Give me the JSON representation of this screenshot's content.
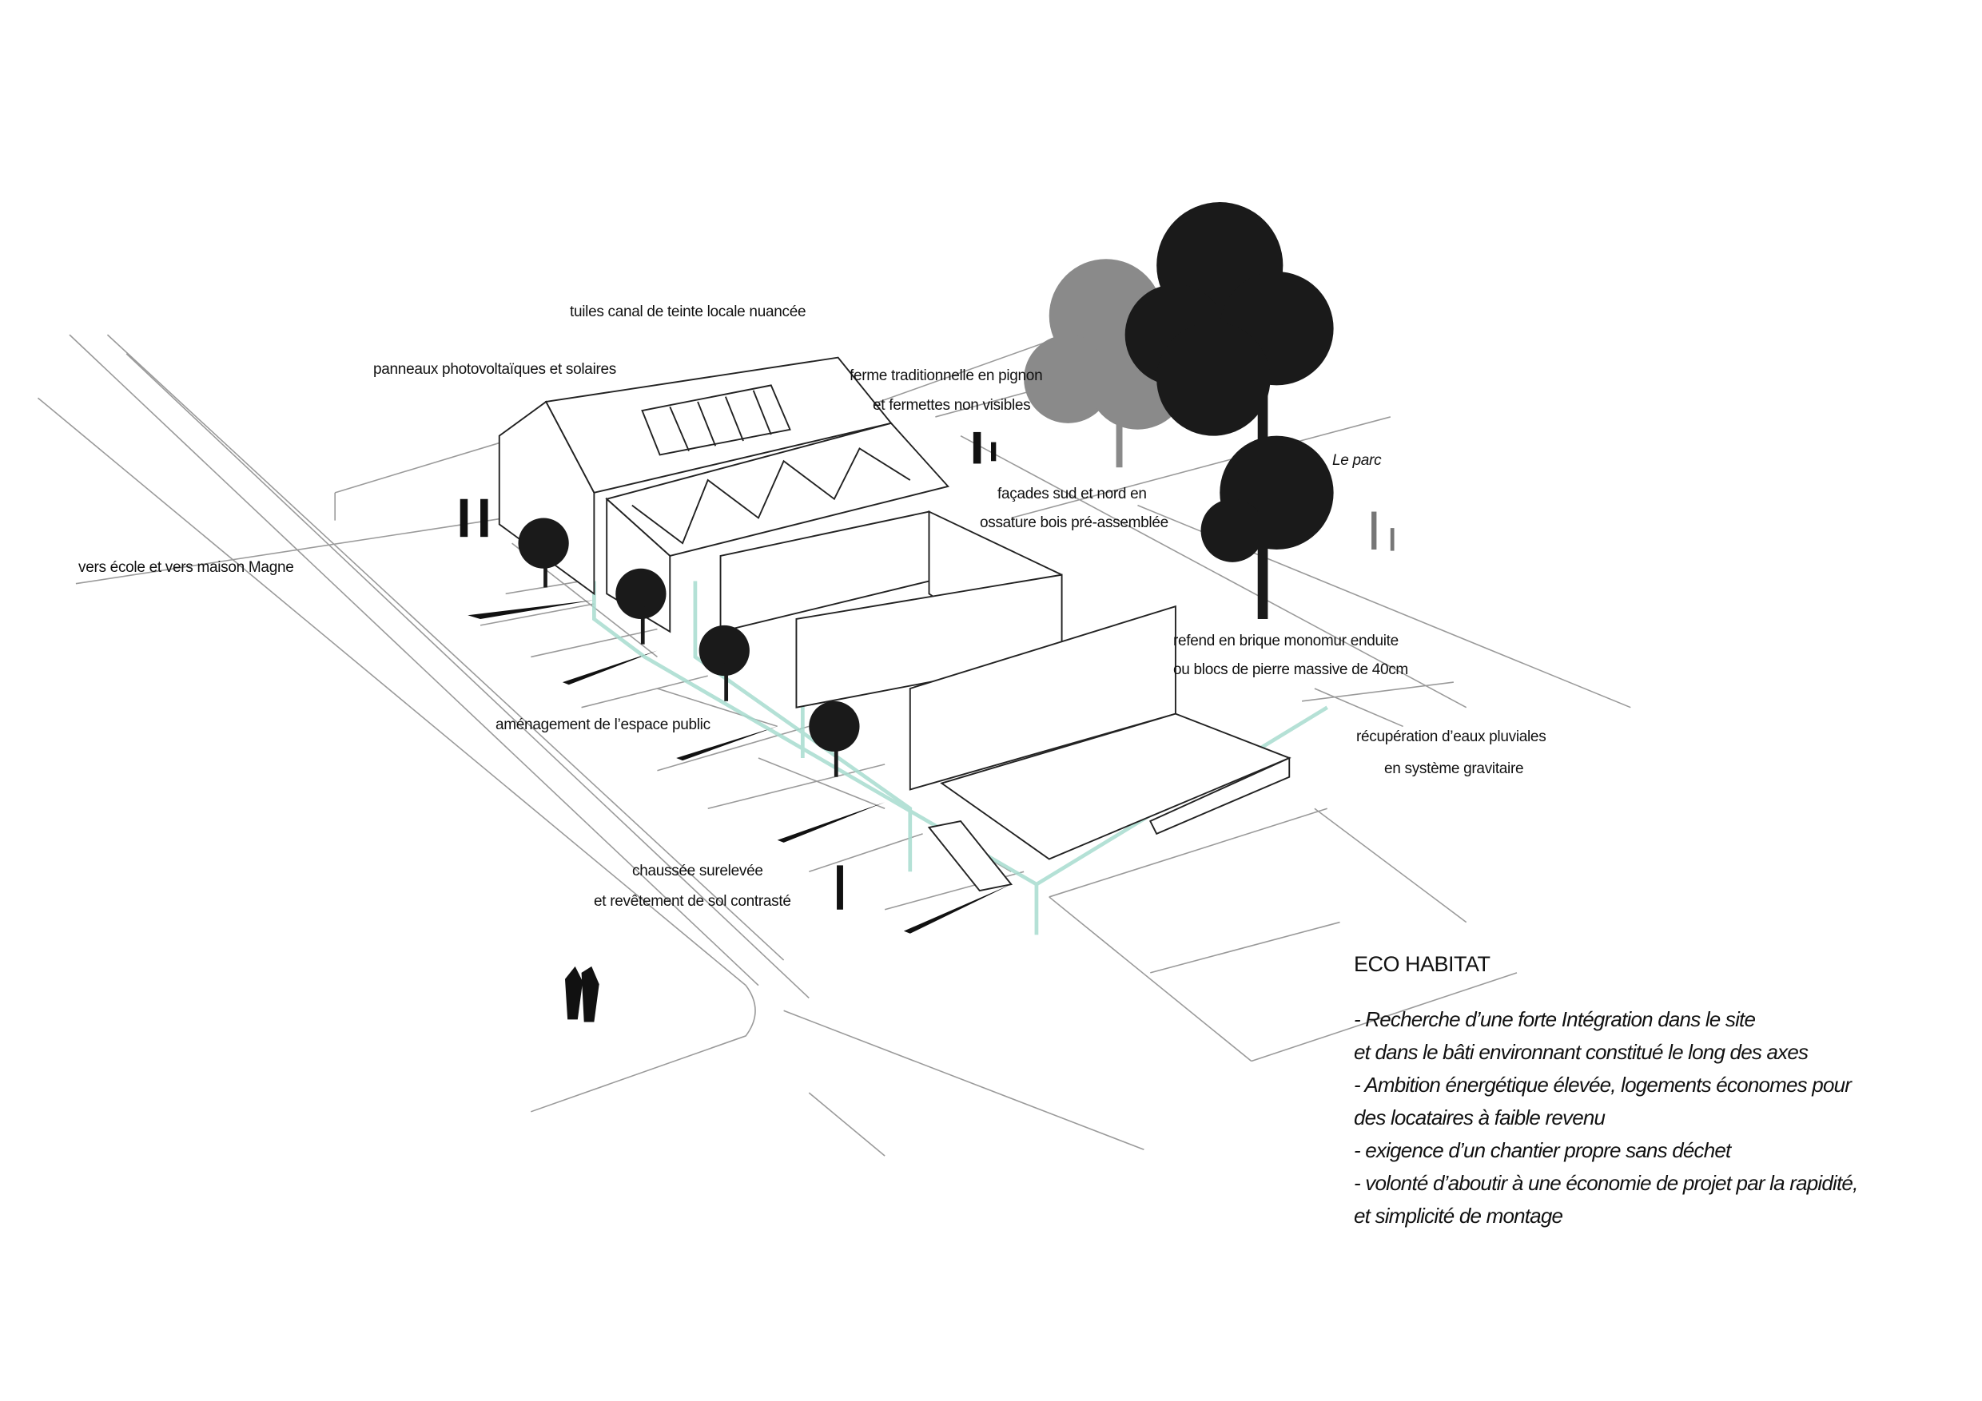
{
  "labels": {
    "tiles": "tuiles canal de teinte locale nuancée",
    "panels": "panneaux photovoltaïques et solaires",
    "truss_1": "ferme traditionnelle en pignon",
    "truss_2": "et fermettes non visibles",
    "park": "Le parc",
    "facades_1": "façades sud et nord en",
    "facades_2": "ossature bois pré-assemblée",
    "school": "vers école et vers maison Magne",
    "wall_1": "refend en brique monomur enduite",
    "wall_2": "ou blocs de pierre massive de 40cm",
    "public_space": "aménagement de l’espace public",
    "rainwater_1": "récupération d’eaux pluviales",
    "rainwater_2": "en système gravitaire",
    "road_1": "chaussée surelevée",
    "road_2": "et revêtement de sol contrasté"
  },
  "eco": {
    "title": "ECO HABITAT",
    "lines": [
      "- Recherche d’une forte Intégration dans le site",
      "et dans le bâti environnant constitué le long des axes",
      "- Ambition énergétique élevée, logements économes pour",
      "des locataires à faible revenu",
      "- exigence d’un chantier propre sans déchet",
      "- volonté d’aboutir à  une économie de projet par la rapidité,",
      "et simplicité de montage"
    ]
  },
  "colors": {
    "line": "#9a9a9a",
    "ink": "#111111",
    "water": "#a8dccf"
  }
}
